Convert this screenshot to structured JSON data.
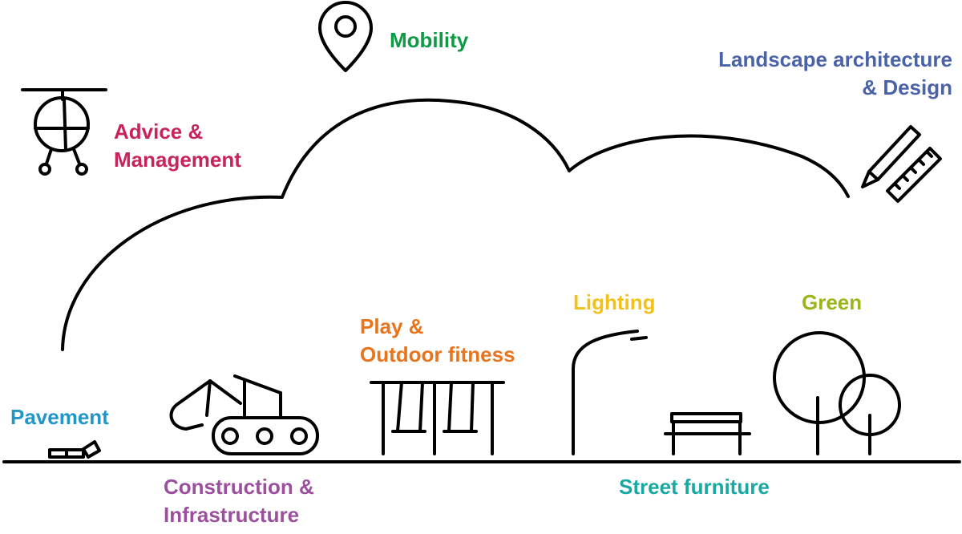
{
  "categories": {
    "mobility": {
      "label": "Mobility",
      "color": "#0f9a45"
    },
    "landscape": {
      "line1": "Landscape architecture",
      "line2": "& Design",
      "color": "#4a63a8"
    },
    "advice": {
      "line1": "Advice &",
      "line2": "Management",
      "color": "#c8235a"
    },
    "pavement": {
      "label": "Pavement",
      "color": "#2296c9"
    },
    "construction": {
      "line1": "Construction &",
      "line2": "Infrastructure",
      "color": "#9b4f9e"
    },
    "play": {
      "line1": "Play &",
      "line2": "Outdoor fitness",
      "color": "#e9741c"
    },
    "lighting": {
      "label": "Lighting",
      "color": "#f2c21a"
    },
    "green": {
      "label": "Green",
      "color": "#9cb51c"
    },
    "street": {
      "label": "Street furniture",
      "color": "#1aa8a3"
    }
  },
  "icons": [
    "location-pin-icon",
    "helicopter-icon",
    "pencil-ruler-icon",
    "paving-icon",
    "excavator-icon",
    "swing-icon",
    "street-lamp-icon",
    "bench-icon",
    "trees-icon"
  ]
}
